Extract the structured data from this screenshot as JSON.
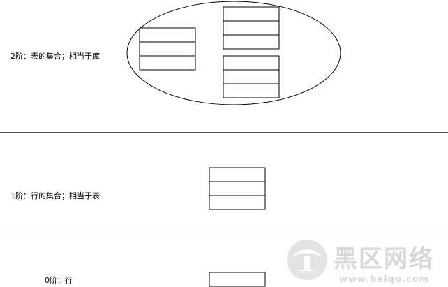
{
  "levels": {
    "level2": {
      "label": "2阶：表的集合；相当于库"
    },
    "level1": {
      "label": "1阶：行的集合；相当于表"
    },
    "level0": {
      "label": "0阶：行"
    }
  },
  "watermark": {
    "brand": "黑区网络",
    "url": "www.heiqu.com"
  },
  "colors": {
    "line": "#000000",
    "divider": "#555555",
    "watermark": "#d8d8d8"
  }
}
